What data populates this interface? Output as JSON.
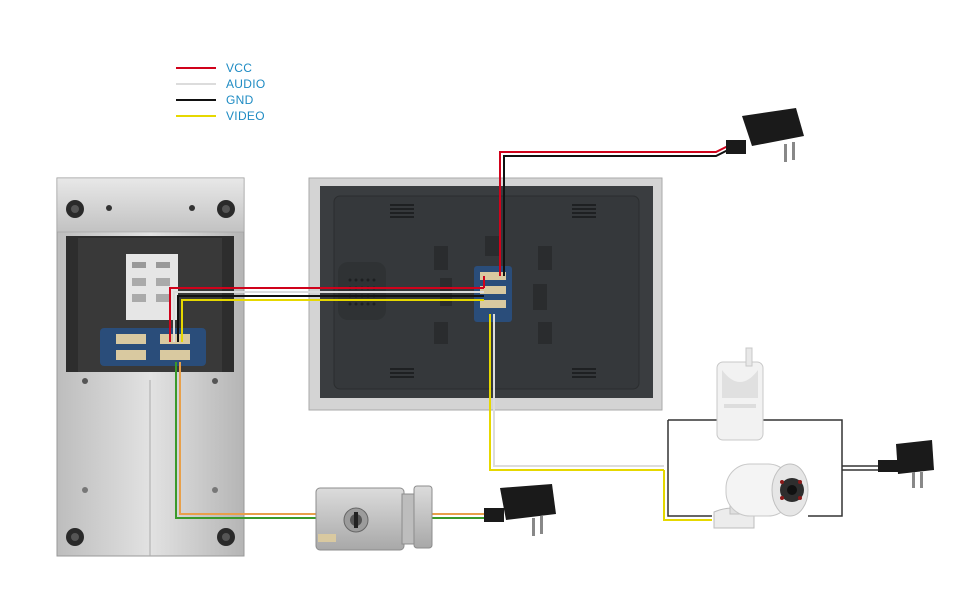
{
  "legend": {
    "items": [
      {
        "label": "VCC",
        "color": "#d0021b"
      },
      {
        "label": "AUDIO",
        "color": "#dcdcdc"
      },
      {
        "label": "GND",
        "color": "#111111"
      },
      {
        "label": "VIDEO",
        "color": "#e6d800"
      }
    ]
  },
  "colors": {
    "green_wire": "#3a9a2a",
    "orange_wire": "#e8a04a",
    "panel_metal": "#c8c8c8",
    "monitor_body": "#3a3d40",
    "pcb_blue": "#2a4d7a",
    "adapter_black": "#1a1a1a"
  },
  "icons": {
    "outdoor_panel": "doorbell-camera-panel-icon",
    "monitor": "indoor-monitor-icon",
    "lock": "electric-lock-icon",
    "adapter": "power-adapter-icon",
    "pir": "pir-sensor-icon",
    "camera": "cctv-bullet-camera-icon"
  }
}
